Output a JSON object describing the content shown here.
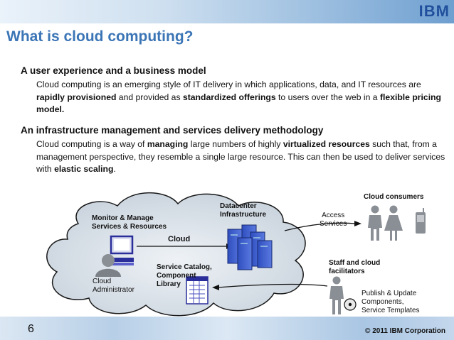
{
  "header": {
    "logo_text": "IBM"
  },
  "title": "What is cloud computing?",
  "sections": [
    {
      "heading": "A user experience and a business model",
      "runs": [
        {
          "t": "Cloud computing is an emerging style of IT delivery in which applications, data, and IT resources are ",
          "b": false
        },
        {
          "t": "rapidly provisioned",
          "b": true
        },
        {
          "t": " and provided as ",
          "b": false
        },
        {
          "t": "standardized offerings",
          "b": true
        },
        {
          "t": " to users over the web in a ",
          "b": false
        },
        {
          "t": "flexible pricing model.",
          "b": true
        }
      ]
    },
    {
      "heading": "An infrastructure management and services delivery methodology",
      "runs": [
        {
          "t": "Cloud computing is a way of ",
          "b": false
        },
        {
          "t": "managing",
          "b": true
        },
        {
          "t": " large numbers of highly ",
          "b": false
        },
        {
          "t": "virtualized resources",
          "b": true
        },
        {
          "t": " such that, from a management perspective, they resemble a single large resource. This can then be used to deliver services with ",
          "b": false
        },
        {
          "t": "elastic scaling",
          "b": true
        },
        {
          "t": ".",
          "b": false
        }
      ]
    }
  ],
  "diagram": {
    "monitor_manage": "Monitor & Manage\nServices & Resources",
    "cloud": "Cloud",
    "cloud_admin": "Cloud\nAdministrator",
    "service_catalog": "Service Catalog,\nComponent\nLibrary",
    "datacenter": "Datacenter\nInfrastructure",
    "access_services": "Access\nServices",
    "cloud_consumers": "Cloud consumers",
    "staff": "Staff and cloud\nfacilitators",
    "publish": "Publish & Update\nComponents,\nService Templates"
  },
  "footer": {
    "page_number": "6",
    "copyright": "© 2011 IBM Corporation"
  }
}
